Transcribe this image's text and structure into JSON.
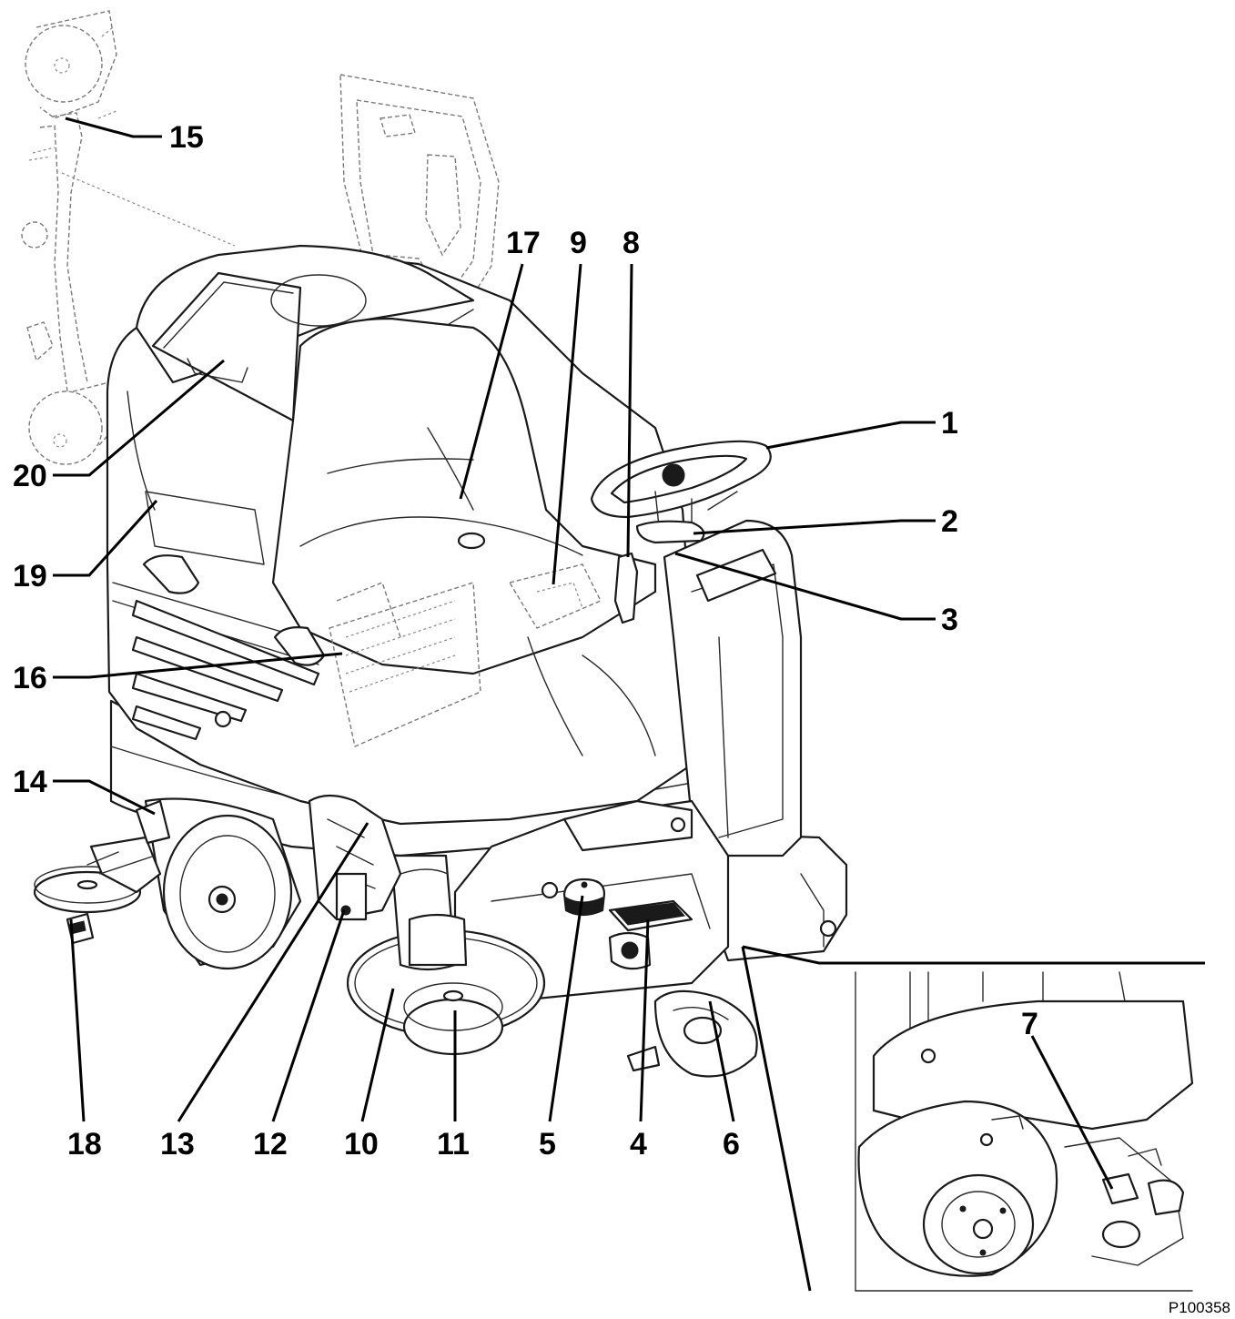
{
  "figure": {
    "code": "P100358"
  },
  "callouts": [
    {
      "id": "c1",
      "label": "1"
    },
    {
      "id": "c2",
      "label": "2"
    },
    {
      "id": "c3",
      "label": "3"
    },
    {
      "id": "c4",
      "label": "4"
    },
    {
      "id": "c5",
      "label": "5"
    },
    {
      "id": "c6",
      "label": "6"
    },
    {
      "id": "c7",
      "label": "7"
    },
    {
      "id": "c8",
      "label": "8"
    },
    {
      "id": "c9",
      "label": "9"
    },
    {
      "id": "c10",
      "label": "10"
    },
    {
      "id": "c11",
      "label": "11"
    },
    {
      "id": "c12",
      "label": "12"
    },
    {
      "id": "c13",
      "label": "13"
    },
    {
      "id": "c14",
      "label": "14"
    },
    {
      "id": "c15",
      "label": "15"
    },
    {
      "id": "c16",
      "label": "16"
    },
    {
      "id": "c17",
      "label": "17"
    },
    {
      "id": "c18",
      "label": "18"
    },
    {
      "id": "c19",
      "label": "19"
    },
    {
      "id": "c20",
      "label": "20"
    }
  ]
}
